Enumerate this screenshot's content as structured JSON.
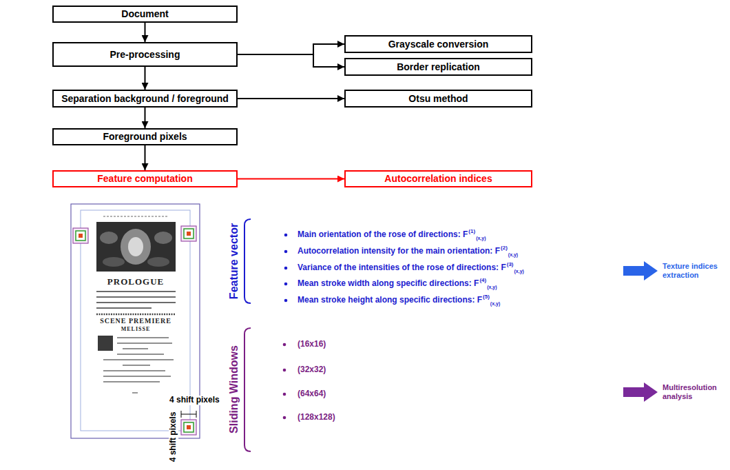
{
  "diagram": {
    "nodes": [
      {
        "text": [
          "Document"
        ]
      },
      {
        "text": [
          "Pre-processing"
        ]
      },
      {
        "text": [
          "Grayscale conversion"
        ]
      },
      {
        "text": [
          "Border replication"
        ]
      },
      {
        "text": [
          "Separation background / foreground"
        ]
      },
      {
        "text": [
          "Otsu method"
        ]
      },
      {
        "text": [
          "Foreground pixels"
        ]
      },
      {
        "text": [
          "Feature computation"
        ]
      },
      {
        "text": [
          "Autocorrelation indices"
        ]
      }
    ],
    "edges": [
      {
        "from": 0,
        "to": 1,
        "arrow": "to"
      },
      {
        "from": 1,
        "to": 2,
        "arrow": "to"
      },
      {
        "from": 1,
        "to": 3,
        "arrow": "to"
      },
      {
        "from": 1,
        "to": 4,
        "arrow": "to"
      },
      {
        "from": 4,
        "to": 5,
        "arrow": "to"
      },
      {
        "from": 4,
        "to": 6,
        "arrow": "to"
      },
      {
        "from": 6,
        "to": 7,
        "arrow": "to"
      },
      {
        "from": 7,
        "to": 8,
        "arrow": "to"
      }
    ],
    "labels": [
      "Main orientation of the rose of directions: F",
      "(1)",
      "(x,y)",
      "Autocorrelation intensity for the main orientation: F",
      "(2)",
      "(x,y)",
      "Variance of the  intensities of the rose of directions: F",
      "(3)",
      "(x,y)",
      "Mean stroke width along specific directions: F",
      "(4)",
      "(x,y)",
      "Mean stroke height along specific directions: F",
      "(5)",
      "(x,y)",
      "Feature vector",
      "Sliding Windows",
      "(16x16)",
      "(32x32)",
      "(64x64)",
      "(128x128)",
      "Texture indices extraction",
      "Multiresolution analysis",
      "4 shift pixels",
      "4 shift pixels",
      "PROLOGUE",
      "SCENE PREMIERE",
      "MELISSE"
    ]
  }
}
